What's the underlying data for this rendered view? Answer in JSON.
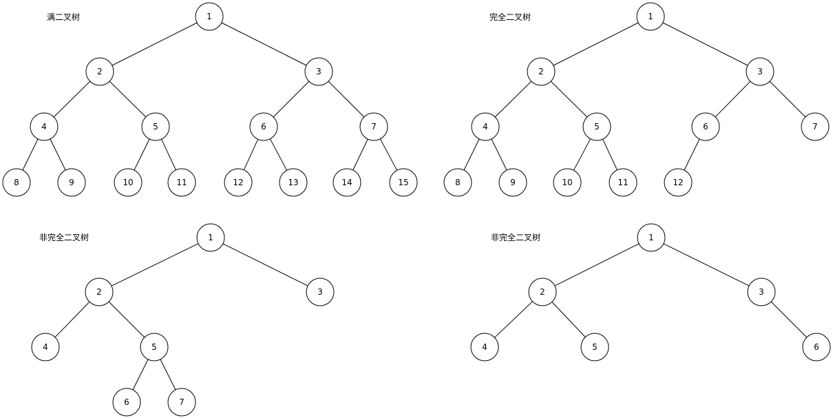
{
  "colors": {
    "stroke": "#000000",
    "fill": "#ffffff",
    "text": "#000000"
  },
  "trees": [
    {
      "label": "满二叉树",
      "nodes": [
        "1",
        "2",
        "3",
        "4",
        "5",
        "6",
        "7",
        "8",
        "9",
        "10",
        "11",
        "12",
        "13",
        "14",
        "15"
      ],
      "edges": [
        [
          "1",
          "2"
        ],
        [
          "1",
          "3"
        ],
        [
          "2",
          "4"
        ],
        [
          "2",
          "5"
        ],
        [
          "3",
          "6"
        ],
        [
          "3",
          "7"
        ],
        [
          "4",
          "8"
        ],
        [
          "4",
          "9"
        ],
        [
          "5",
          "10"
        ],
        [
          "5",
          "11"
        ],
        [
          "6",
          "12"
        ],
        [
          "6",
          "13"
        ],
        [
          "7",
          "14"
        ],
        [
          "7",
          "15"
        ]
      ]
    },
    {
      "label": "完全二叉树",
      "nodes": [
        "1",
        "2",
        "3",
        "4",
        "5",
        "6",
        "7",
        "8",
        "9",
        "10",
        "11",
        "12"
      ],
      "edges": [
        [
          "1",
          "2"
        ],
        [
          "1",
          "3"
        ],
        [
          "2",
          "4"
        ],
        [
          "2",
          "5"
        ],
        [
          "3",
          "6"
        ],
        [
          "3",
          "7"
        ],
        [
          "4",
          "8"
        ],
        [
          "4",
          "9"
        ],
        [
          "5",
          "10"
        ],
        [
          "5",
          "11"
        ],
        [
          "6",
          "12"
        ]
      ]
    },
    {
      "label": "非完全二叉树",
      "nodes": [
        "1",
        "2",
        "3",
        "4",
        "5",
        "6",
        "7"
      ],
      "edges": [
        [
          "1",
          "2"
        ],
        [
          "1",
          "3"
        ],
        [
          "2",
          "4"
        ],
        [
          "2",
          "5"
        ],
        [
          "5",
          "6"
        ],
        [
          "5",
          "7"
        ]
      ]
    },
    {
      "label": "非完全二叉树",
      "nodes": [
        "1",
        "2",
        "3",
        "4",
        "5",
        "6"
      ],
      "edges": [
        [
          "1",
          "2"
        ],
        [
          "1",
          "3"
        ],
        [
          "2",
          "4"
        ],
        [
          "2",
          "5"
        ],
        [
          "3",
          "6"
        ]
      ]
    }
  ]
}
